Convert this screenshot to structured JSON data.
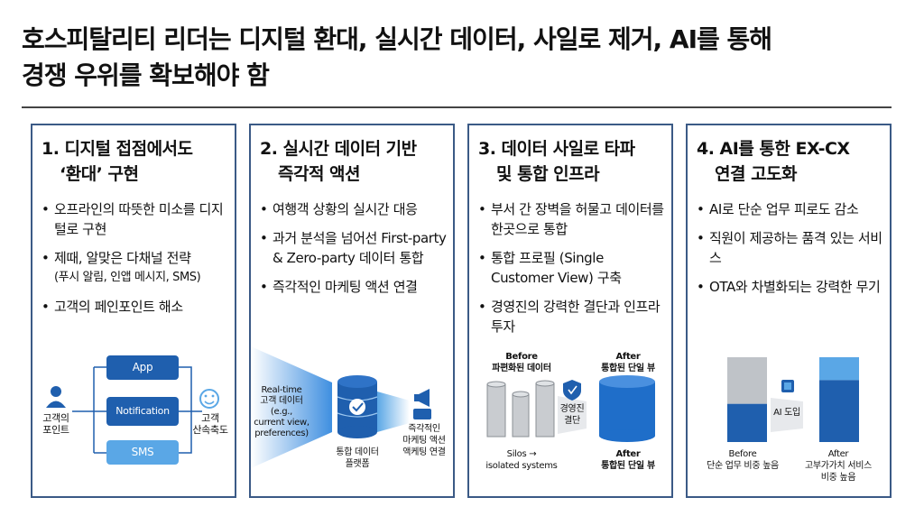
{
  "title": {
    "line1": "호스피탈리티 리더는 디지털 환대, 실시간 데이터, 사일로 제거, AI를 통해",
    "line2": "경쟁 우위를 확보해야 함"
  },
  "cards": [
    {
      "title_l1": "1. 디지털 접점에서도",
      "title_l2": "‘환대’ 구현",
      "bullets": [
        "오프라인의 따뜻한 미소를 디지털로 구현",
        "제때, 알맞은 다채널 전략",
        "고객의 페인포인트 해소"
      ],
      "bullet2_sub": "(푸시 알림, 인앱 메시지, SMS)",
      "diagram": {
        "left_label": "고객의\n포인트",
        "channels": [
          "App",
          "Notification",
          "SMS"
        ],
        "right_label": "고객\n산속축도"
      }
    },
    {
      "title_l1": "2. 실시간 데이터 기반",
      "title_l2": "즉각적 액션",
      "bullets": [
        "여행객 상황의 실시간 대응",
        "과거 분석을 넘어선 First-party & Zero-party 데이터 통합",
        "즉각적인 마케팅 액션 연결"
      ],
      "diagram": {
        "input_label": "Real-time\n고객 데이터\n(e.g.,\ncurrent view,\npreferences)",
        "platform_label": "통합 데이터\n플랫폼",
        "output_label": "즉각적인\n마케팅 액션\n액케팅 연결"
      }
    },
    {
      "title_l1": "3. 데이터 사일로 타파",
      "title_l2": "및 통합 인프라",
      "bullets": [
        "부서 간 장벽을 허물고 데이터를 한곳으로 통합",
        "통합 프로필 (Single Customer View) 구축",
        "경영진의 강력한 결단과 인프라 투자"
      ],
      "diagram": {
        "before_top": "Before\n파편화된 데이터",
        "after_top": "After\n통합된 단일 뷰",
        "middle": "경영진\n결단",
        "before_bottom": "Silos →\nisolated systems",
        "after_bottom": "After\n통합된 단일 뷰"
      }
    },
    {
      "title_l1": "4. AI를 통한 EX-CX",
      "title_l2": "연결 고도화",
      "bullets": [
        "AI로 단순 업무 피로도 감소",
        "직원이 제공하는 품격 있는 서비스",
        "OTA와 차별화되는 강력한 무기"
      ],
      "diagram": {
        "chip_label": "AI 도입",
        "before_label": "Before\n단순 업무 비중 높음",
        "after_label": "After\n고부가가치 서비스\n비중 높음",
        "before_low_share": 0.45,
        "after_high_share": 0.73
      }
    }
  ],
  "colors": {
    "accent": "#1f5fae",
    "light_blue": "#5aa7e6",
    "grey": "#bfc3c8",
    "border": "#3b5a86"
  }
}
